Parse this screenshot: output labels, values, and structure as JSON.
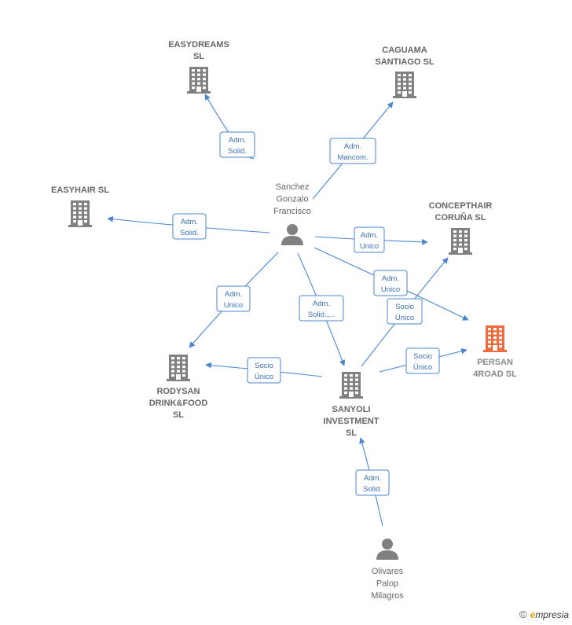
{
  "colors": {
    "edge": "#4a86d0",
    "company": "#808080",
    "highlight": "#f06a3c",
    "person": "#808080"
  },
  "nodes": [
    {
      "id": "easydreams",
      "type": "company",
      "label": [
        "EASYDREAMS",
        "SL"
      ]
    },
    {
      "id": "caguama",
      "type": "company",
      "label": [
        "CAGUAMA",
        "SANTIAGO  SL"
      ]
    },
    {
      "id": "easyhair",
      "type": "company",
      "label": [
        "EASYHAIR SL"
      ]
    },
    {
      "id": "sanchez",
      "type": "person",
      "label": [
        "Sanchez",
        "Gonzalo",
        "Francisco"
      ]
    },
    {
      "id": "concepthair",
      "type": "company",
      "label": [
        "CONCEPTHAIR",
        "CORUÑA  SL"
      ]
    },
    {
      "id": "persan",
      "type": "company-highlight",
      "label": [
        "PERSAN",
        "4ROAD  SL"
      ]
    },
    {
      "id": "rodysan",
      "type": "company",
      "label": [
        "RODYSAN",
        "DRINK&FOOD",
        "SL"
      ]
    },
    {
      "id": "sanyoli",
      "type": "company",
      "label": [
        "SANYOLI",
        "INVESTMENT",
        "SL"
      ]
    },
    {
      "id": "olivares",
      "type": "person",
      "label": [
        "Olivares",
        "Palop",
        "Milagros"
      ]
    }
  ],
  "edges": [
    {
      "from": "sanchez",
      "to": "easydreams",
      "label": [
        "Adm.",
        "Solid."
      ]
    },
    {
      "from": "sanchez",
      "to": "caguama",
      "label": [
        "Adm.",
        "Mancom."
      ]
    },
    {
      "from": "sanchez",
      "to": "easyhair",
      "label": [
        "Adm.",
        "Solid."
      ]
    },
    {
      "from": "sanchez",
      "to": "concepthair",
      "label": [
        "Adm.",
        "Unico"
      ]
    },
    {
      "from": "sanchez",
      "to": "persan",
      "label": [
        "Adm.",
        "Unico"
      ]
    },
    {
      "from": "sanchez",
      "to": "rodysan",
      "label": [
        "Adm.",
        "Unico"
      ]
    },
    {
      "from": "sanchez",
      "to": "sanyoli",
      "label": [
        "Adm.",
        "Solid.,..."
      ]
    },
    {
      "from": "sanyoli",
      "to": "concepthair",
      "label": [
        "Socio",
        "Único"
      ]
    },
    {
      "from": "sanyoli",
      "to": "persan",
      "label": [
        "Socio",
        "Único"
      ]
    },
    {
      "from": "sanyoli",
      "to": "rodysan",
      "label": [
        "Socio",
        "Único"
      ]
    },
    {
      "from": "olivares",
      "to": "sanyoli",
      "label": [
        "Adm.",
        "Solid."
      ]
    }
  ],
  "footer": {
    "copyright": "©",
    "brand_initial": "e",
    "brand_rest": "mpresia"
  }
}
